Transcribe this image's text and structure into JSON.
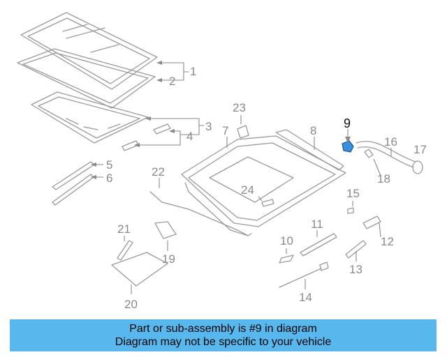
{
  "diagram": {
    "highlighted_part": "9",
    "highlight_color": "#3a8fe0",
    "callouts": [
      {
        "id": "c1",
        "label": "1"
      },
      {
        "id": "c2",
        "label": "2"
      },
      {
        "id": "c3",
        "label": "3"
      },
      {
        "id": "c4",
        "label": "4"
      },
      {
        "id": "c5",
        "label": "5"
      },
      {
        "id": "c6",
        "label": "6"
      },
      {
        "id": "c7",
        "label": "7"
      },
      {
        "id": "c8",
        "label": "8"
      },
      {
        "id": "c9",
        "label": "9"
      },
      {
        "id": "c10",
        "label": "10"
      },
      {
        "id": "c11",
        "label": "11"
      },
      {
        "id": "c12",
        "label": "12"
      },
      {
        "id": "c13",
        "label": "13"
      },
      {
        "id": "c14",
        "label": "14"
      },
      {
        "id": "c15",
        "label": "15"
      },
      {
        "id": "c16",
        "label": "16"
      },
      {
        "id": "c17",
        "label": "17"
      },
      {
        "id": "c18",
        "label": "18"
      },
      {
        "id": "c19",
        "label": "19"
      },
      {
        "id": "c20",
        "label": "20"
      },
      {
        "id": "c21",
        "label": "21"
      },
      {
        "id": "c22",
        "label": "22"
      },
      {
        "id": "c23",
        "label": "23"
      },
      {
        "id": "c24",
        "label": "24"
      }
    ]
  },
  "banner": {
    "line1": "Part or sub-assembly is #9 in diagram",
    "line2": "Diagram may not be specific to your vehicle",
    "background": "#58b8ee"
  }
}
